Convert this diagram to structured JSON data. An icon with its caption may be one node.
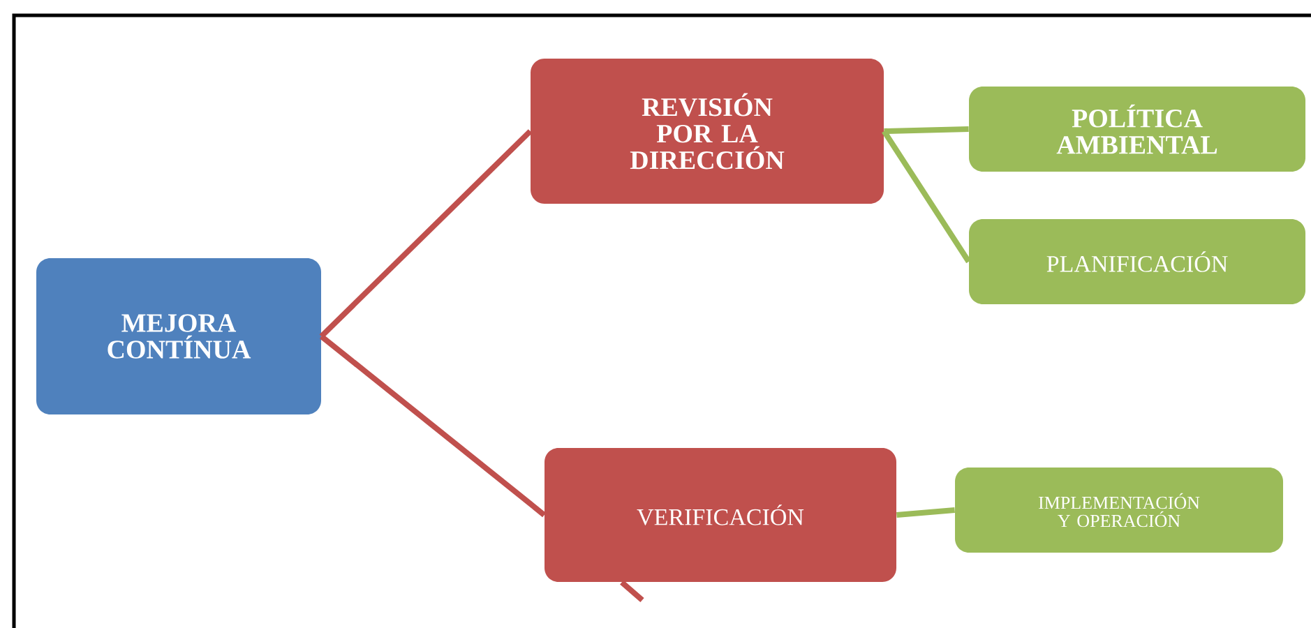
{
  "diagram": {
    "nodes": [
      {
        "text": [
          "MEJORA CONTÍNUA"
        ]
      },
      {
        "text": [
          "REVISIÓN POR LA DIRECCIÓN"
        ]
      },
      {
        "text": [
          "POLÍTICA AMBIENTAL"
        ]
      },
      {
        "text": [
          "PLANIFICACIÓN"
        ]
      },
      {
        "text": [
          "VERIFICACIÓN"
        ]
      },
      {
        "text": [
          "IMPLEMENTACIÓN Y OPERACIÓN"
        ]
      }
    ],
    "edges": [
      {
        "from": 0,
        "to": 1,
        "arrow": "none",
        "color": "#c0504d"
      },
      {
        "from": 0,
        "to": 4,
        "arrow": "none",
        "color": "#c0504d"
      },
      {
        "from": 1,
        "to": 2,
        "arrow": "none",
        "color": "#9bbb59"
      },
      {
        "from": 1,
        "to": 3,
        "arrow": "none",
        "color": "#9bbb59"
      },
      {
        "from": 4,
        "to": 5,
        "arrow": "none",
        "color": "#9bbb59"
      },
      {
        "from": 4,
        "to": null,
        "arrow": "none",
        "color": "#c0504d"
      }
    ]
  }
}
